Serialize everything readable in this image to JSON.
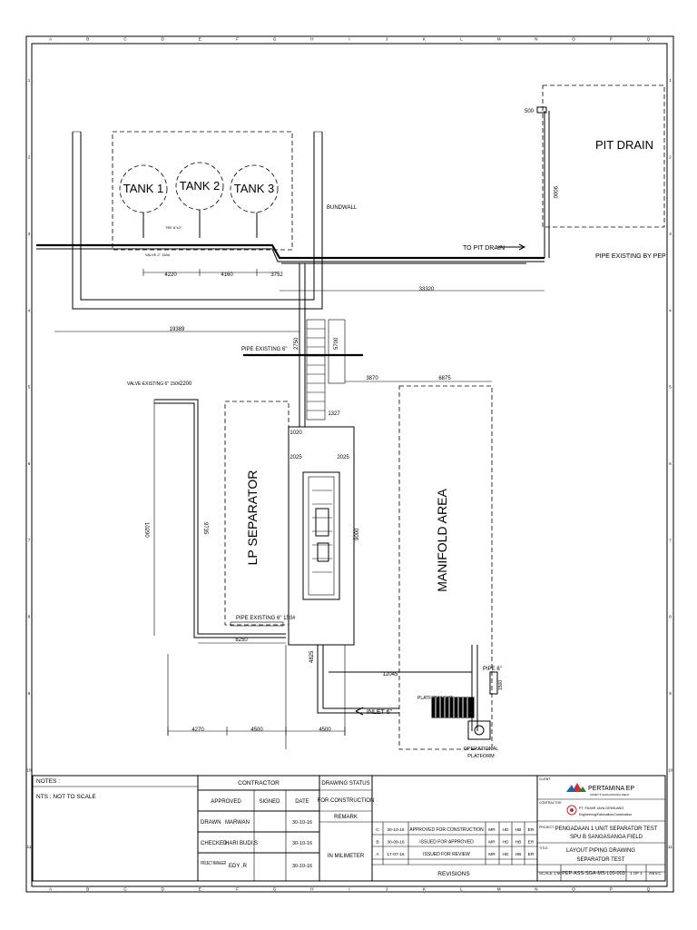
{
  "grid": {
    "columns": [
      "A",
      "B",
      "C",
      "D",
      "E",
      "F",
      "G",
      "H",
      "I",
      "J",
      "K",
      "L",
      "M",
      "N",
      "O",
      "P",
      "Q"
    ],
    "rows": [
      "1",
      "2",
      "3",
      "4",
      "5",
      "6",
      "7",
      "8",
      "9",
      "10",
      "11"
    ]
  },
  "areas": {
    "tank1": "TANK 1",
    "tank2": "TANK 2",
    "tank3": "TANK 3",
    "pit_drain": "PIT DRAIN",
    "lp_separator": "LP SEPARATOR",
    "manifold_area": "MANIFOLD AREA",
    "bundwall": "BUNDWALL"
  },
  "labels": {
    "to_pit_drain": "TO PIT DRAIN",
    "pipe_existing_pep": "PIPE EXISTING BY PEP",
    "pipe_existing_6": "PIPE EXISTING 6\"",
    "valve_existing": "VALVE EXISTING 6\" 150#",
    "pipe_existing_lp": "PIPE EXISTING 6\" 150#",
    "inlet": "INLET 6\"",
    "platform_exit": "PLATFORM EXIT",
    "pipe_6": "PIPE 6\"",
    "operational_platform_1": "OPERATIONAL",
    "operational_platform_2": "PLATFORM",
    "valve_2": "VALVE 2\" 150#",
    "tee": "TEE 6\"x2\""
  },
  "dimensions": {
    "d500": "500",
    "d9000": "9000",
    "d4220": "4220",
    "d4160": "4160",
    "d3752": "3752",
    "d33320": "33320",
    "d19389": "19389",
    "d2200": "2200",
    "d3870": "3870",
    "d6875": "6875",
    "d1327": "1327",
    "d1020": "1020",
    "d2025a": "2025",
    "d2025b": "2025",
    "d9000b": "9000",
    "d10290": "10290",
    "d9735": "9735",
    "d8250": "8250",
    "d4825": "4825",
    "d12045": "12045",
    "d4270": "4270",
    "d4500a": "4500",
    "d4500b": "4500",
    "d1500": "1500",
    "d5700": "5700",
    "d2750": "2750"
  },
  "title_block": {
    "notes_header": "NOTES :",
    "notes_text": "NTS   : NOT TO SCALE",
    "contractor": "CONTRACTOR",
    "approved": "APPROVED",
    "signed": "SIGNED",
    "date": "DATE",
    "drawn": "DRAWN",
    "drawn_by": "MARWAN",
    "drawn_date": "30-10-16",
    "checked": "CHECKED",
    "checked_by": "HARI BUDI.S",
    "checked_date": "30-10-16",
    "pm": "PROJECT MANAGER",
    "pm_by": "EDY .R",
    "pm_date": "30-10-16",
    "drawing_status": "DRAWING STATUS",
    "for_construction": "FOR CONSTRUCTION",
    "remark": "REMARK",
    "in_milimeter": "IN MILIMETER",
    "revisions_title": "REVISIONS",
    "revisions": [
      {
        "rev": "C",
        "date": "30-10-16",
        "desc": "APPROVED  FOR  CONSTRUCTION",
        "drn": "MR",
        "chk": "HD",
        "app": "HB",
        "pm": "ER"
      },
      {
        "rev": "B",
        "date": "30-09-16",
        "desc": "ISSUED  FOR  APPROVED",
        "drn": "MR",
        "chk": "HD",
        "app": "HB",
        "pm": "ER"
      },
      {
        "rev": "A",
        "date": "17-07-16",
        "desc": "ISSUED  FOR  REVIEW",
        "drn": "MR",
        "chk": "HD",
        "app": "HB",
        "pm": "ER"
      }
    ],
    "client_brand": "PERTAMINA EP",
    "client_sub": "ASSET 5 SANGASANGA FIELD",
    "contractor_name": "PT. FAJAR JAYA GEMILANG",
    "contractor_sub": "Engineering•Fabrication•Construction",
    "project_line1": "PENGADAAN 1 UNIT SEPARATOR TEST",
    "project_line2": "SPU B SANGASANGA FIELD",
    "title_line1": "LAYOUT PIPING DRAWING",
    "title_line2": "SEPARATOR TEST",
    "scale": "SCALE 1:50",
    "dwg_no": "PEP-ASS-SGA-MS-L00-003",
    "sheet": "1 OF 1",
    "rev": "REV.C",
    "client_tag": "CLIENT",
    "contractor_tag": "CONTRACTOR",
    "project_tag": "PROJECT",
    "title_tag": "TITLE"
  }
}
